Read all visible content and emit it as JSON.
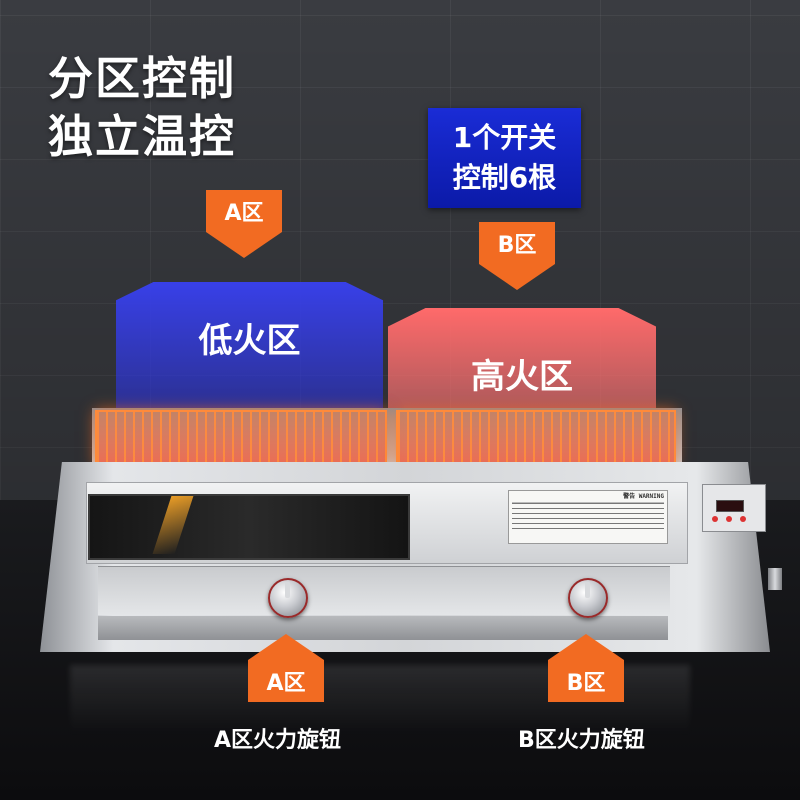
{
  "headline": {
    "line1": "分区控制",
    "line2": "独立温控"
  },
  "switch_note": {
    "line1": "1个开关",
    "line2": "控制6根"
  },
  "zones": {
    "a_marker": "A区",
    "b_marker": "B区",
    "low_fire": "低火区",
    "high_fire": "高火区"
  },
  "knobs": {
    "a_marker": "A区",
    "b_marker": "B区",
    "a_caption": "A区火力旋钮",
    "b_caption": "B区火力旋钮"
  },
  "plate_labels": {
    "warning": "警告 WARNING"
  },
  "colors": {
    "marker_orange": "#f26b22",
    "switch_blue": "#1a2cd6",
    "low_zone_blue": "#3840e8",
    "high_zone_red": "#ff6a6a"
  }
}
